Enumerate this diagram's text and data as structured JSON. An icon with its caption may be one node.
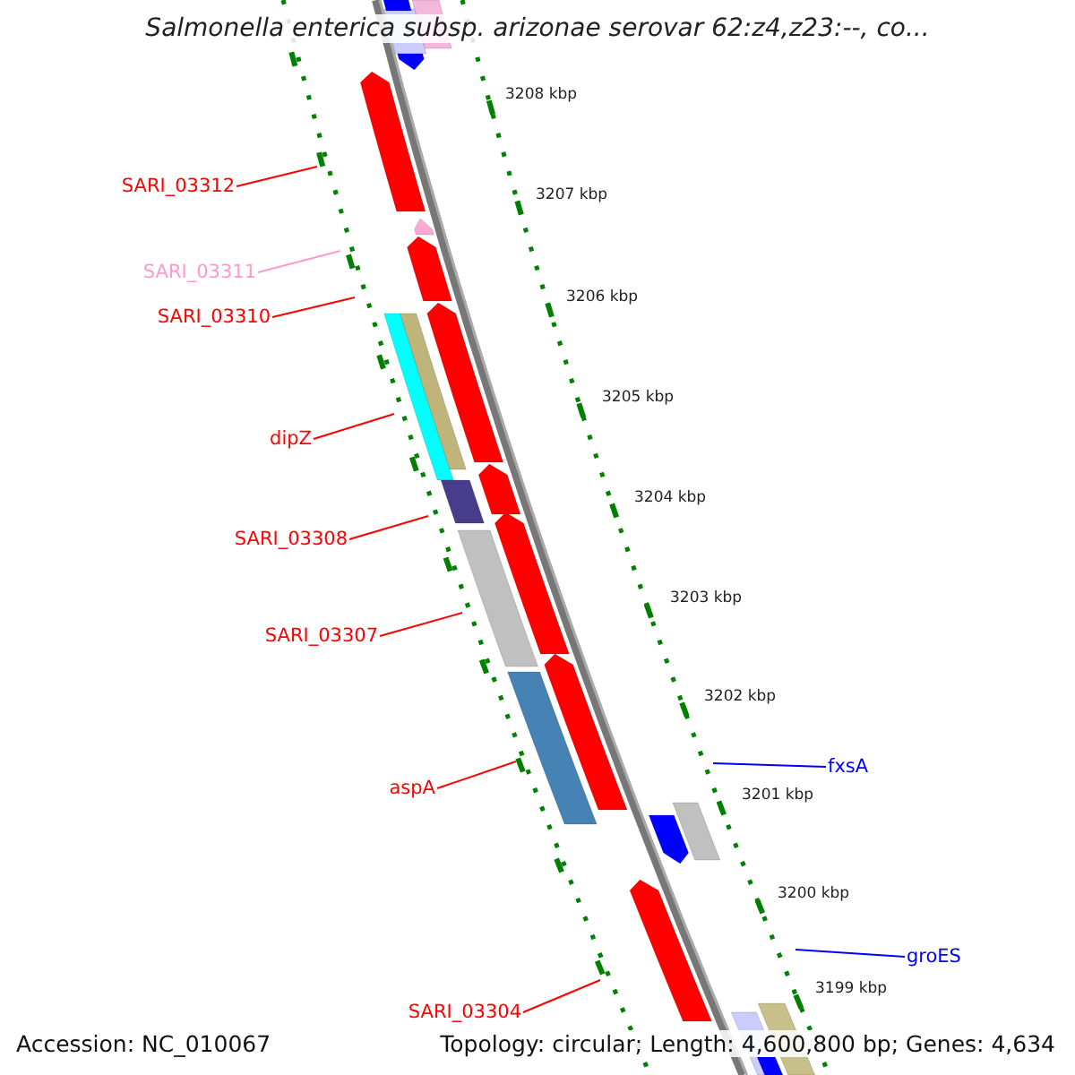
{
  "diagram": {
    "title": "Salmonella enterica subsp. arizonae serovar 62:z4,z23:--, co...",
    "nodes": [
      {
        "text": [
          "SARI_03312"
        ]
      },
      {
        "text": [
          "SARI_03311"
        ]
      },
      {
        "text": [
          "SARI_03310"
        ]
      },
      {
        "text": [
          "dipZ"
        ]
      },
      {
        "text": [
          "SARI_03308"
        ]
      },
      {
        "text": [
          "SARI_03307"
        ]
      },
      {
        "text": [
          "fxsA"
        ]
      },
      {
        "text": [
          "aspA"
        ]
      },
      {
        "text": [
          "groES"
        ]
      },
      {
        "text": [
          "SARI_03304"
        ]
      }
    ],
    "edges": [
      {
        "from": 0,
        "to": null,
        "arrow": "none"
      },
      {
        "from": 1,
        "to": null,
        "arrow": "none",
        "color": "#ff99cc"
      },
      {
        "from": 2,
        "to": null,
        "arrow": "none"
      },
      {
        "from": 3,
        "to": null,
        "arrow": "none"
      },
      {
        "from": 4,
        "to": null,
        "arrow": "none"
      },
      {
        "from": 5,
        "to": null,
        "arrow": "none"
      },
      {
        "from": 6,
        "to": null,
        "arrow": "none",
        "color": "#0000ff"
      },
      {
        "from": 7,
        "to": null,
        "arrow": "none"
      },
      {
        "from": 8,
        "to": null,
        "arrow": "none",
        "color": "#0000ff"
      },
      {
        "from": 9,
        "to": null,
        "arrow": "none"
      }
    ],
    "labels": [
      "3208 kbp",
      "3207 kbp",
      "3206 kbp",
      "3205 kbp",
      "3204 kbp",
      "3203 kbp",
      "3202 kbp",
      "3201 kbp",
      "3200 kbp",
      "3199 kbp",
      "Accession: NC_010067",
      "Topology: circular; Length: 4,600,800 bp; Genes: 4,634"
    ]
  }
}
